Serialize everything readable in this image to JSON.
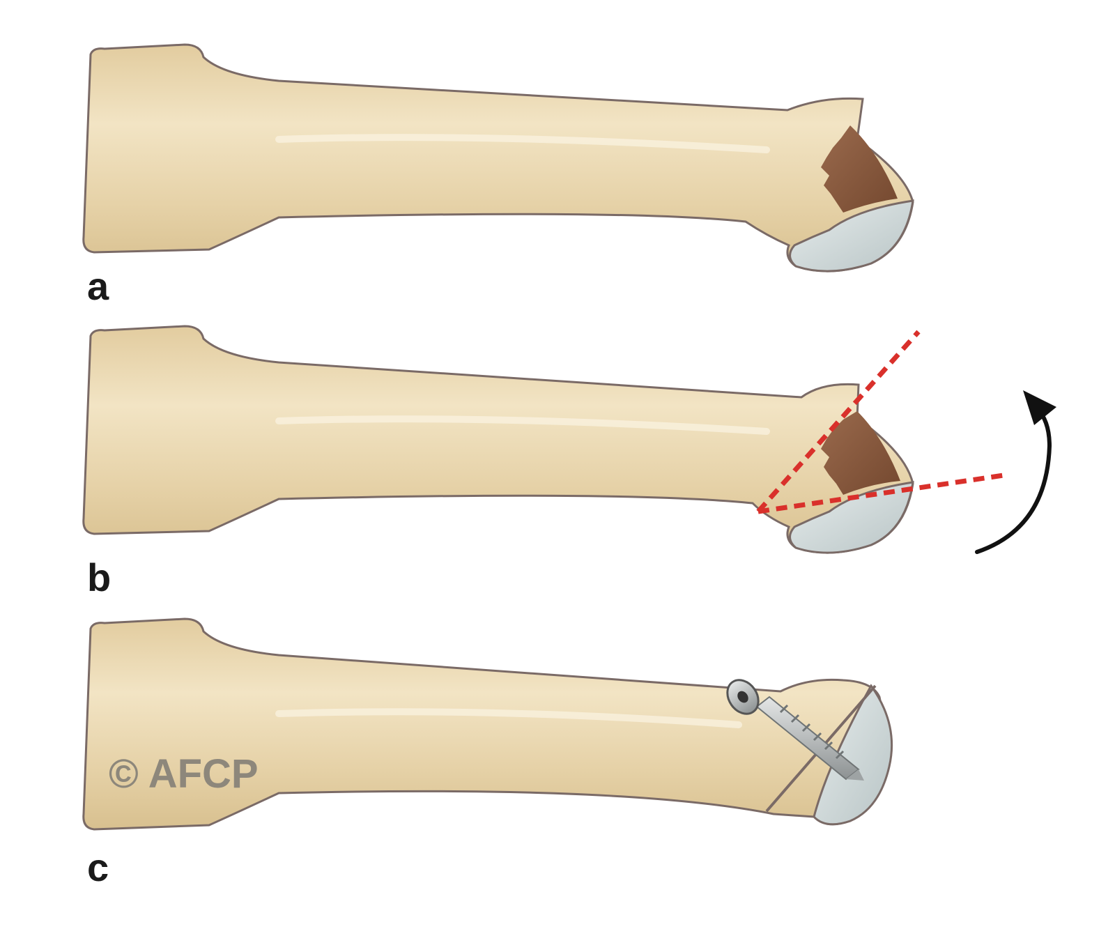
{
  "panels": [
    {
      "label": "a"
    },
    {
      "label": "b"
    },
    {
      "label": "c"
    }
  ],
  "watermark": "© AFCP",
  "colors": {
    "bone": "#e9d7b0",
    "bone_outline": "#7a6a66",
    "cartilage": "#cfd8d8",
    "lesion": "#8a5a3f",
    "osteotomy_line": "#d9302b",
    "arrow": "#111111",
    "screw": "#b9bcbd"
  },
  "icons": [
    "rotation-arrow-icon",
    "screw-icon"
  ]
}
